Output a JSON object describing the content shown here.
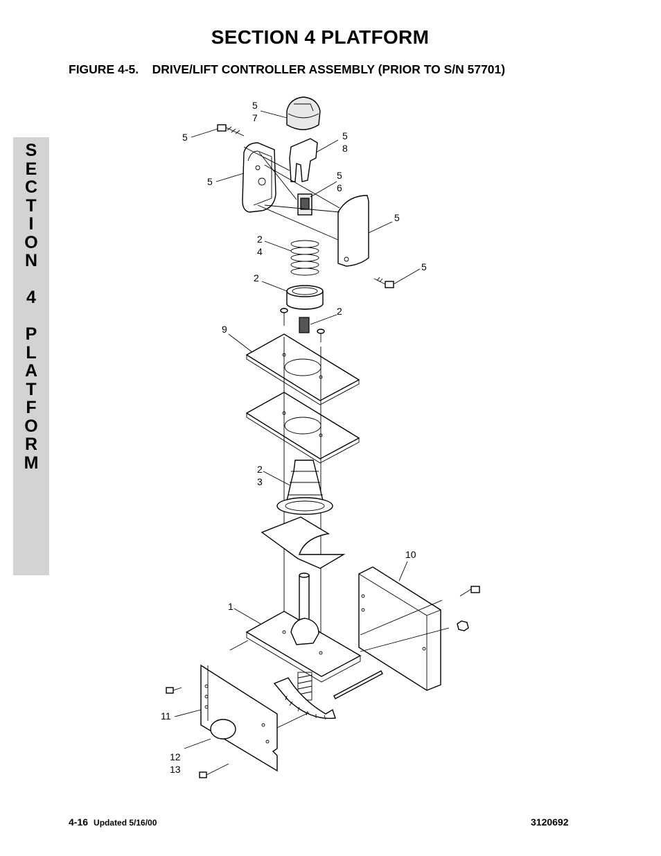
{
  "header": {
    "section_title": "SECTION 4  PLATFORM",
    "figure_title": "FIGURE 4-5.    DRIVE/LIFT CONTROLLER ASSEMBLY (PRIOR TO S/N 57701)"
  },
  "side_tab": {
    "text": "S\nE\nC\nT\nI\nO\nN\n\n4\n\nP\nL\nA\nT\nF\nO\nR\nM"
  },
  "callouts": {
    "c57": "5\n7",
    "c5_screw_top": "5",
    "c58": "5\n8",
    "c5_left_housing": "5",
    "c56": "5\n6",
    "c5_right_housing": "5",
    "c24": "2\n4",
    "c5_screw_right": "5",
    "c2_ring": "2",
    "c2_sleeve": "2",
    "c9": "9",
    "c23": "2\n3",
    "c10": "10",
    "c1": "1",
    "c11": "11",
    "c12_13": "12\n13"
  },
  "footer": {
    "page": "4-16",
    "updated": "Updated 5/16/00",
    "doc_number": "3120692"
  }
}
